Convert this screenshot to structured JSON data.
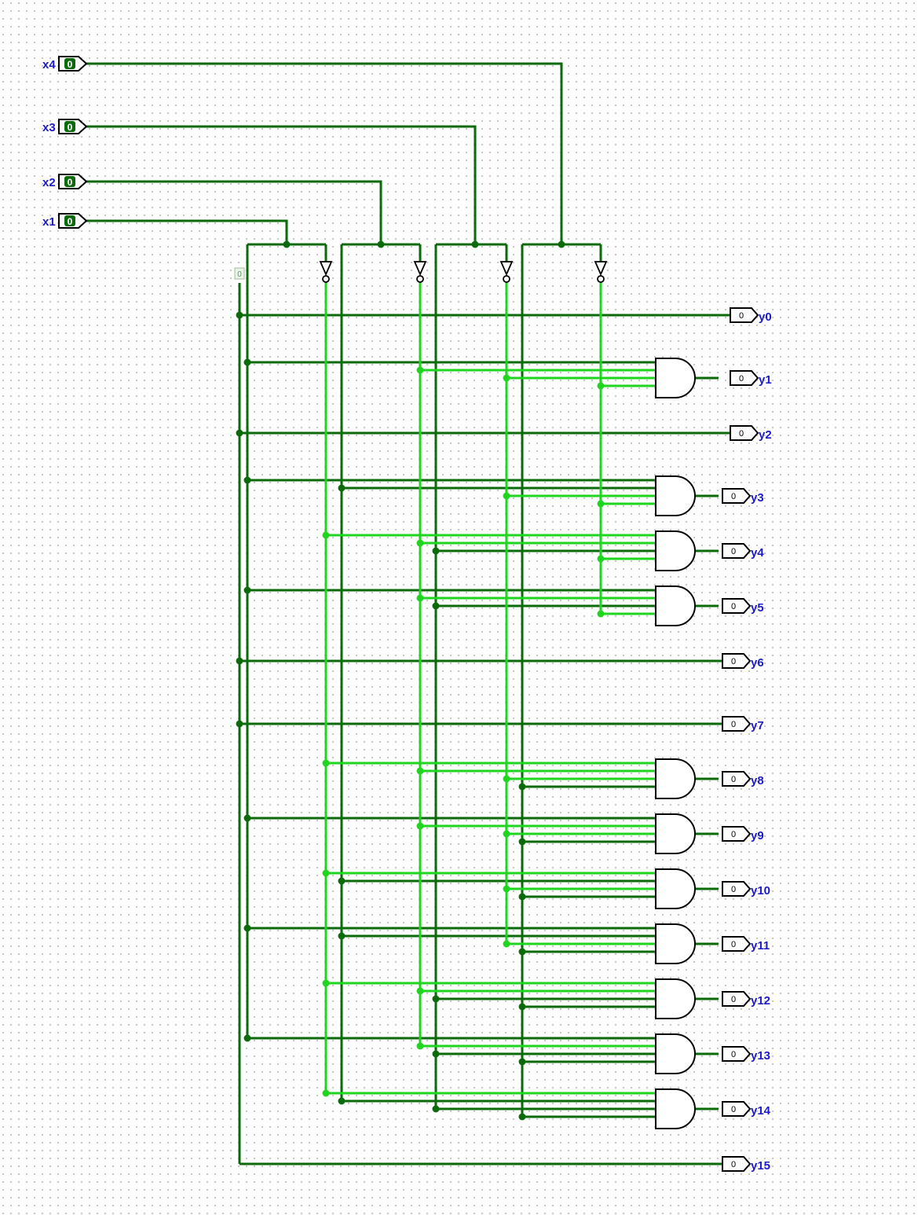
{
  "colors": {
    "wire_dark": "#0b6b0b",
    "wire_light": "#1fd51f",
    "gate_stroke": "#000000",
    "label": "#1a1acc",
    "grid": "#c4c4c4"
  },
  "inputs": [
    {
      "label": "x4",
      "value": "0"
    },
    {
      "label": "x3",
      "value": "0"
    },
    {
      "label": "x2",
      "value": "0"
    },
    {
      "label": "x1",
      "value": "0"
    }
  ],
  "constant": {
    "value": "0"
  },
  "outputs": [
    {
      "label": "y0",
      "value": "0"
    },
    {
      "label": "y1",
      "value": "0"
    },
    {
      "label": "y2",
      "value": "0"
    },
    {
      "label": "y3",
      "value": "0"
    },
    {
      "label": "y4",
      "value": "0"
    },
    {
      "label": "y5",
      "value": "0"
    },
    {
      "label": "y6",
      "value": "0"
    },
    {
      "label": "y7",
      "value": "0"
    },
    {
      "label": "y8",
      "value": "0"
    },
    {
      "label": "y9",
      "value": "0"
    },
    {
      "label": "y10",
      "value": "0"
    },
    {
      "label": "y11",
      "value": "0"
    },
    {
      "label": "y12",
      "value": "0"
    },
    {
      "label": "y13",
      "value": "0"
    },
    {
      "label": "y14",
      "value": "0"
    },
    {
      "label": "y15",
      "value": "0"
    }
  ],
  "gates": [
    {
      "output": "y1",
      "inputs": [
        "x1",
        "NOT x2",
        "NOT x3",
        "NOT x4"
      ]
    },
    {
      "output": "y3",
      "inputs": [
        "x1",
        "x2",
        "NOT x3",
        "NOT x4"
      ]
    },
    {
      "output": "y4",
      "inputs": [
        "NOT x1",
        "NOT x2",
        "x3",
        "NOT x4"
      ]
    },
    {
      "output": "y5",
      "inputs": [
        "x1",
        "NOT x2",
        "x3",
        "NOT x4"
      ]
    },
    {
      "output": "y8",
      "inputs": [
        "NOT x1",
        "NOT x2",
        "NOT x3",
        "x4"
      ]
    },
    {
      "output": "y9",
      "inputs": [
        "x1",
        "NOT x2",
        "NOT x3",
        "x4"
      ]
    },
    {
      "output": "y10",
      "inputs": [
        "NOT x1",
        "x2",
        "NOT x3",
        "x4"
      ]
    },
    {
      "output": "y11",
      "inputs": [
        "x1",
        "x2",
        "NOT x3",
        "x4"
      ]
    },
    {
      "output": "y12",
      "inputs": [
        "NOT x1",
        "NOT x2",
        "x3",
        "x4"
      ]
    },
    {
      "output": "y13",
      "inputs": [
        "x1",
        "NOT x2",
        "x3",
        "x4"
      ]
    },
    {
      "output": "y14",
      "inputs": [
        "NOT x1",
        "x2",
        "x3",
        "x4"
      ]
    }
  ],
  "direct": [
    {
      "output": "y0",
      "source": "constant"
    },
    {
      "output": "y2",
      "source": "constant"
    },
    {
      "output": "y6",
      "source": "constant"
    },
    {
      "output": "y7",
      "source": "constant"
    },
    {
      "output": "y15",
      "source": "constant"
    }
  ]
}
